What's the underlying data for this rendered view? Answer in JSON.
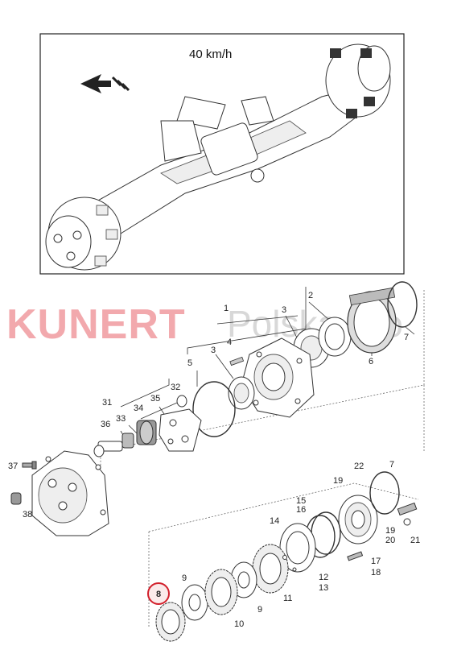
{
  "top_view": {
    "speed_label": "40 km/h"
  },
  "watermark": {
    "brand": "KUNERT",
    "suffix": "Polska Wo"
  },
  "highlight_color": "#d21f2b",
  "highlighted_part": "8",
  "part_labels": [
    {
      "id": "1",
      "text": "1"
    },
    {
      "id": "2",
      "text": "2"
    },
    {
      "id": "3a",
      "text": "3"
    },
    {
      "id": "3b",
      "text": "3"
    },
    {
      "id": "4",
      "text": "4"
    },
    {
      "id": "5",
      "text": "5"
    },
    {
      "id": "6",
      "text": "6"
    },
    {
      "id": "7a",
      "text": "7"
    },
    {
      "id": "7b",
      "text": "7"
    },
    {
      "id": "8",
      "text": "8"
    },
    {
      "id": "9a",
      "text": "9"
    },
    {
      "id": "9b",
      "text": "9"
    },
    {
      "id": "10",
      "text": "10"
    },
    {
      "id": "11",
      "text": "11"
    },
    {
      "id": "12",
      "text": "12"
    },
    {
      "id": "13",
      "text": "13"
    },
    {
      "id": "14",
      "text": "14"
    },
    {
      "id": "15",
      "text": "15"
    },
    {
      "id": "16",
      "text": "16"
    },
    {
      "id": "17",
      "text": "17"
    },
    {
      "id": "18",
      "text": "18"
    },
    {
      "id": "19a",
      "text": "19"
    },
    {
      "id": "19b",
      "text": "19"
    },
    {
      "id": "20",
      "text": "20"
    },
    {
      "id": "21",
      "text": "21"
    },
    {
      "id": "22",
      "text": "22"
    },
    {
      "id": "31",
      "text": "31"
    },
    {
      "id": "32",
      "text": "32"
    },
    {
      "id": "33",
      "text": "33"
    },
    {
      "id": "34",
      "text": "34"
    },
    {
      "id": "35",
      "text": "35"
    },
    {
      "id": "36",
      "text": "36"
    },
    {
      "id": "37",
      "text": "37"
    },
    {
      "id": "38",
      "text": "38"
    }
  ]
}
